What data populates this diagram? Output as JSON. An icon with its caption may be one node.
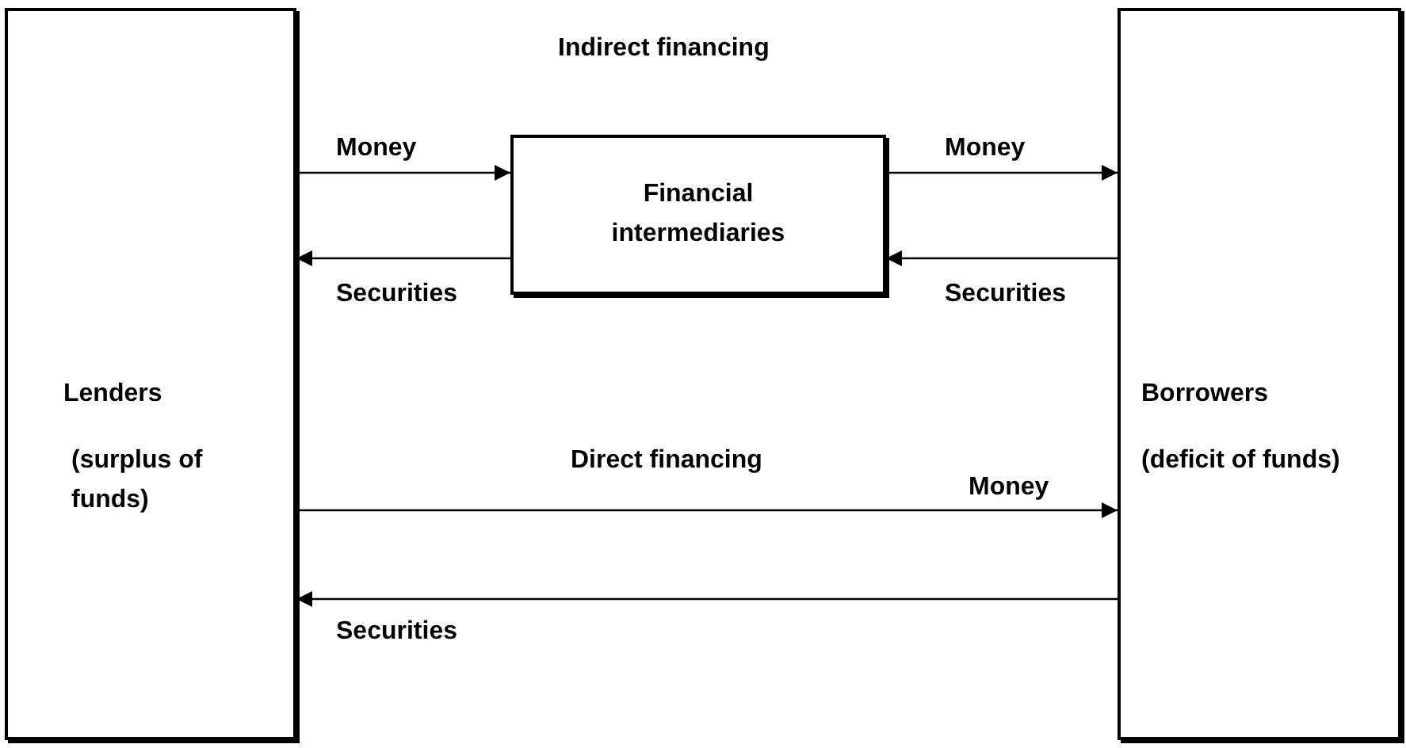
{
  "diagram": {
    "nodes": [
      {
        "text": [
          "Lenders",
          "(surplus of funds)"
        ]
      },
      {
        "text": [
          "Financial intermediaries"
        ]
      },
      {
        "text": [
          "Borrowers",
          "(deficit of funds)"
        ]
      }
    ],
    "edges": [
      {
        "from": 0,
        "to": 1,
        "arrow": "to",
        "label": "Money"
      },
      {
        "from": 1,
        "to": 0,
        "arrow": "to",
        "label": "Securities"
      },
      {
        "from": 1,
        "to": 2,
        "arrow": "to",
        "label": "Money"
      },
      {
        "from": 2,
        "to": 1,
        "arrow": "to",
        "label": "Securities"
      },
      {
        "from": 0,
        "to": 2,
        "arrow": "to",
        "label": "Money"
      },
      {
        "from": 2,
        "to": 0,
        "arrow": "to",
        "label": "Securities"
      }
    ],
    "labels": [
      "Indirect financing",
      "Direct financing"
    ]
  }
}
